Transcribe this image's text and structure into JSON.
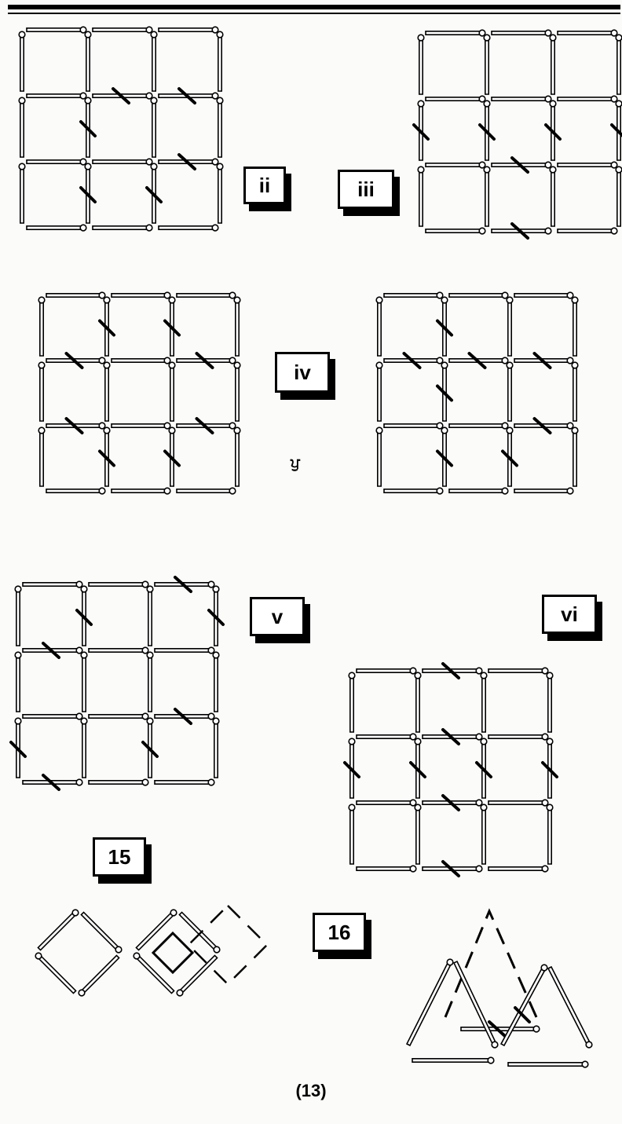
{
  "labels": {
    "ii": "ii",
    "iii": "iii",
    "iv": "iv",
    "v": "v",
    "vi": "vi",
    "p15": "15",
    "p16": "16"
  },
  "stray_mark": "ਪੁ",
  "page_number": "(13)",
  "colors": {
    "ink": "#000000",
    "paper": "#fbfbf9"
  }
}
